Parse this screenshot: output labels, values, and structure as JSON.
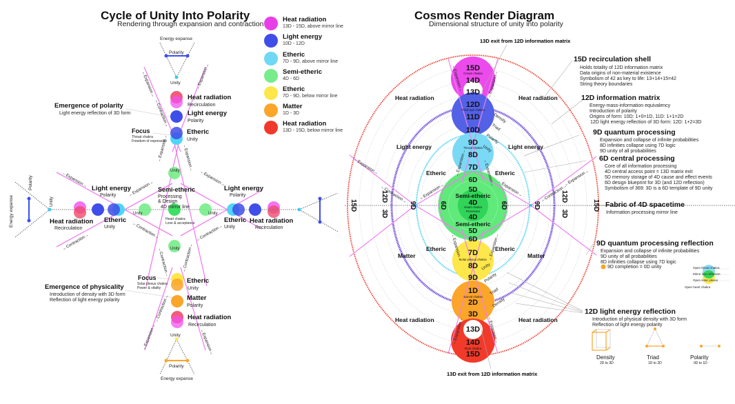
{
  "left_diagram": {
    "title": "Cycle of Unity Into Polarity",
    "subtitle": "Rendering through expansion and contraction",
    "energy_expanse": "Energy expanse",
    "polarity": "Polarity",
    "unity": "Unity",
    "expansion": "Expansion",
    "contraction": "Contraction",
    "top_stack": [
      {
        "name": "Heat radiation",
        "sub": "Recirculation"
      },
      {
        "name": "Light energy",
        "sub": "Polarity"
      },
      {
        "name": "Etheric",
        "sub": "Unity"
      }
    ],
    "emergence_polarity": {
      "title": "Emergence of polarity",
      "line": "Light energy reflection of 3D form"
    },
    "focus_top": {
      "title": "Focus",
      "lines": [
        "Throat chakra",
        "Freedom of expression"
      ]
    },
    "center": {
      "title": "Semi-etheric",
      "lines": [
        "Processing",
        "& Design"
      ],
      "mirror": "4D mirror line",
      "heart": [
        "Heart chakra",
        "Love & acceptance"
      ]
    },
    "left_wing": {
      "light": "Light energy",
      "light_sub": "Polarity",
      "etheric": "Etheric",
      "etheric_sub": "Unity",
      "heat": "Heat radiation",
      "heat_sub": "Recirculation"
    },
    "right_wing": {
      "light": "Light energy",
      "light_sub": "Polarity",
      "etheric": "Etheric",
      "etheric_sub": "Unity",
      "heat": "Heat radiation",
      "heat_sub": "Recirculation"
    },
    "focus_bottom": {
      "title": "Focus",
      "lines": [
        "Solar plexus chakra",
        "Power & vitality"
      ]
    },
    "emergence_physicality": {
      "title": "Emergence of physicality",
      "lines": [
        "Introduction of density with 3D form",
        "Reflection of light energy polarity"
      ]
    },
    "bottom_stack": [
      {
        "name": "Etheric",
        "sub": "Unity"
      },
      {
        "name": "Matter",
        "sub": "Polarity"
      },
      {
        "name": "Heat radiation",
        "sub": "Recirculation"
      }
    ]
  },
  "legend": [
    {
      "name": "Heat radiation",
      "range": "13D - 15D, above mirror line",
      "color": "#e83ee8"
    },
    {
      "name": "Light energy",
      "range": "10D - 12D",
      "color": "#3f4ee8"
    },
    {
      "name": "Etheric",
      "range": "7D - 9D, above mirror line",
      "color": "#6fd8f5"
    },
    {
      "name": "Semi-etheric",
      "range": "4D - 6D",
      "color": "#77ec8a"
    },
    {
      "name": "Etheric",
      "range": "7D - 9D, below mirror line",
      "color": "#fde74a"
    },
    {
      "name": "Matter",
      "range": "1D - 3D",
      "color": "#fba52a"
    },
    {
      "name": "Heat radiation",
      "range": "13D - 15D, below mirror line",
      "color": "#f0392b"
    }
  ],
  "right_diagram": {
    "title": "Cosmos Render Diagram",
    "subtitle": "Dimensional structure of unity into polarity",
    "exit_top": "13D exit from 12D information matrix",
    "exit_bottom": "13D exit from 12D information matrix",
    "crown": {
      "d15": "15D",
      "chakra": "Crown chakra",
      "d14": "14D",
      "d13": "13D"
    },
    "third_eye": {
      "d12": "12D",
      "chakra": "Third eye chakra",
      "d11": "11D",
      "d10": "10D"
    },
    "throat": {
      "d9": "9D",
      "chakra": "Throat chakra",
      "d8": "8D",
      "d7": "7D"
    },
    "heart": {
      "d6a": "6D",
      "d5a": "5D",
      "semi1": "Semi-etheric",
      "d4a": "4D",
      "chakra": "Heart chakra",
      "proc": "Processor",
      "d4b": "4D",
      "semi2": "Semi-etheric",
      "d5b": "5D",
      "d6b": "6D",
      "d6l": "6D",
      "d6r": "6D"
    },
    "solar": {
      "d7": "7D",
      "chakra": "Solar plexus chakra",
      "d8": "8D",
      "d9": "9D"
    },
    "sacral": {
      "d1": "1D",
      "chakra": "Sacral chakra",
      "d2": "2D",
      "d3": "3D"
    },
    "root": {
      "d13": "13D",
      "d14": "14D",
      "chakra": "Root chakra",
      "d15": "15D"
    },
    "ring_labels": {
      "heat": "Heat radiation",
      "light": "Light energy",
      "etheric": "Etheric",
      "matter": "Matter"
    },
    "axis_labels": {
      "d15": "15D",
      "d12": "12D",
      "d3": "3D",
      "d9": "9D"
    },
    "geometry_labels": [
      "Density",
      "Triad",
      "Polarity",
      "Unity"
    ],
    "expansion": "Expansion",
    "contraction": "Contraction"
  },
  "notes": {
    "shell15": {
      "title": "15D recirculation shell",
      "lines": [
        "Holds totality of 12D information matrix",
        "Data origins of non-material existence",
        "Symbolism of 42 as key to life: 13+14+15=42",
        "String theory boundaries"
      ]
    },
    "matrix12": {
      "title": "12D information matrix",
      "lines": [
        "Energy-mass-information equivalency",
        "Introduction of polarity",
        "Origins of form: 10D: 1+0=1D, 11D: 1+1=2D",
        "12D light energy reflection of 3D form: 12D: 1+2=3D"
      ]
    },
    "quantum9": {
      "title": "9D quantum processing",
      "lines": [
        "Expansion and collapse of infinite probabilities",
        "8D infinities collapse using 7D logic",
        "9D unity of all probabilities"
      ]
    },
    "central6": {
      "title": "6D central processing",
      "lines": [
        "Core of all information processing",
        "4D central access point = 13D matrix exit",
        "5D memory storage of 4D cause and effect events",
        "6D design blueprint for 3D (and 12D reflection)",
        "Symbolism of 369: 3D is a 6D template of 9D unity"
      ]
    },
    "fabric4": {
      "title": "Fabric of 4D spacetime",
      "lines": [
        "Information processing mirror line"
      ]
    },
    "quantum9r": {
      "title": "9D quantum processing reflection",
      "lines": [
        "Expansion and collapse of infinite probabilities",
        "9D unity of all probabilities",
        "8D infinities collapse using 7D logic"
      ]
    },
    "completion": "9D completion = 0D unity",
    "venn": {
      "throat": "Open throat chakra",
      "mirror": "Mirror line reflection",
      "solar": "Open solar plexus",
      "heart": "Open heart chakra"
    },
    "light12": {
      "title": "12D light energy reflection",
      "lines": [
        "Introduction of physical density with 3D form",
        "Reflection of light energy polarity"
      ]
    },
    "shapes": [
      {
        "name": "Density",
        "range": "2D to 3D"
      },
      {
        "name": "Triad",
        "range": "1D to 2D"
      },
      {
        "name": "Polarity",
        "range": "0D to 1D"
      }
    ]
  }
}
